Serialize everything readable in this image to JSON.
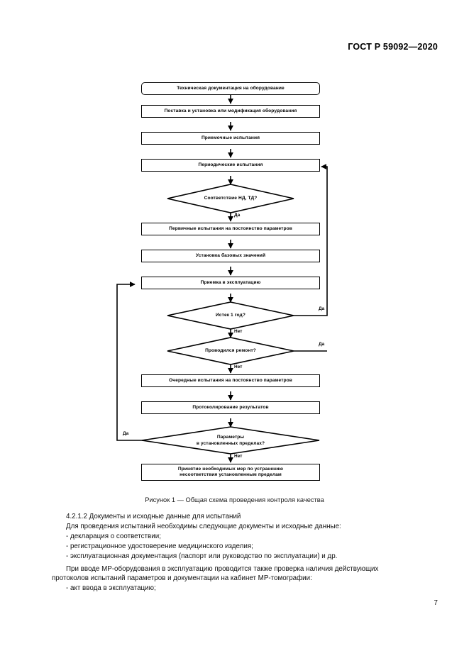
{
  "document": {
    "header": "ГОСТ Р 59092—2020",
    "page_number": "7"
  },
  "figure": {
    "caption": "Рисунок 1 — Общая схема проведения контроля качества",
    "nodes": [
      {
        "id": "n1",
        "label": "Техническая документация на оборудование"
      },
      {
        "id": "n2",
        "label": "Поставка и установка или модификация оборудования"
      },
      {
        "id": "n3",
        "label": "Приемочные испытания"
      },
      {
        "id": "n4",
        "label": "Периодические испытания"
      },
      {
        "id": "d1",
        "label": "Соответствие НД, ТД?"
      },
      {
        "id": "n5",
        "label": "Первичные испытания на постоянство параметров"
      },
      {
        "id": "n6",
        "label": "Установка базовых значений"
      },
      {
        "id": "n7",
        "label": "Приемка в эксплуатацию"
      },
      {
        "id": "d2",
        "label": "Истек 1 год?"
      },
      {
        "id": "d3",
        "label": "Проводился ремонт?"
      },
      {
        "id": "n8",
        "label": "Очередные испытания на постоянство параметров"
      },
      {
        "id": "n9",
        "label": "Протоколирование результатов"
      },
      {
        "id": "d4",
        "label_line1": "Параметры",
        "label_line2": "в установленных пределах?"
      },
      {
        "id": "n10",
        "label_line1": "Принятие необходимых мер по устранению",
        "label_line2": "несоответствия установленным пределам"
      }
    ],
    "edge_labels": {
      "d1_yes": "Да",
      "d2_yes": "Да",
      "d2_no": "Нет",
      "d3_yes": "Да",
      "d3_no": "Нет",
      "d4_yes": "Да",
      "d4_no": "Нет"
    }
  },
  "body": {
    "heading": "4.2.1.2  Документы и исходные данные для испытаний",
    "intro": "Для проведения испытаний необходимы следующие документы и исходные данные:",
    "list1": [
      "-  декларация о соответствии;",
      "-  регистрационное удостоверение медицинского изделия;",
      "-  эксплуатационная документация (паспорт или руководство по эксплуатации) и др."
    ],
    "para2_line1": "При вводе МР-оборудования в эксплуатацию проводится также проверка наличия действующих",
    "para2_line2": "протоколов испытаний параметров и документации на кабинет МР-томографии:",
    "list2": [
      "-  акт ввода в эксплуатацию;"
    ]
  }
}
